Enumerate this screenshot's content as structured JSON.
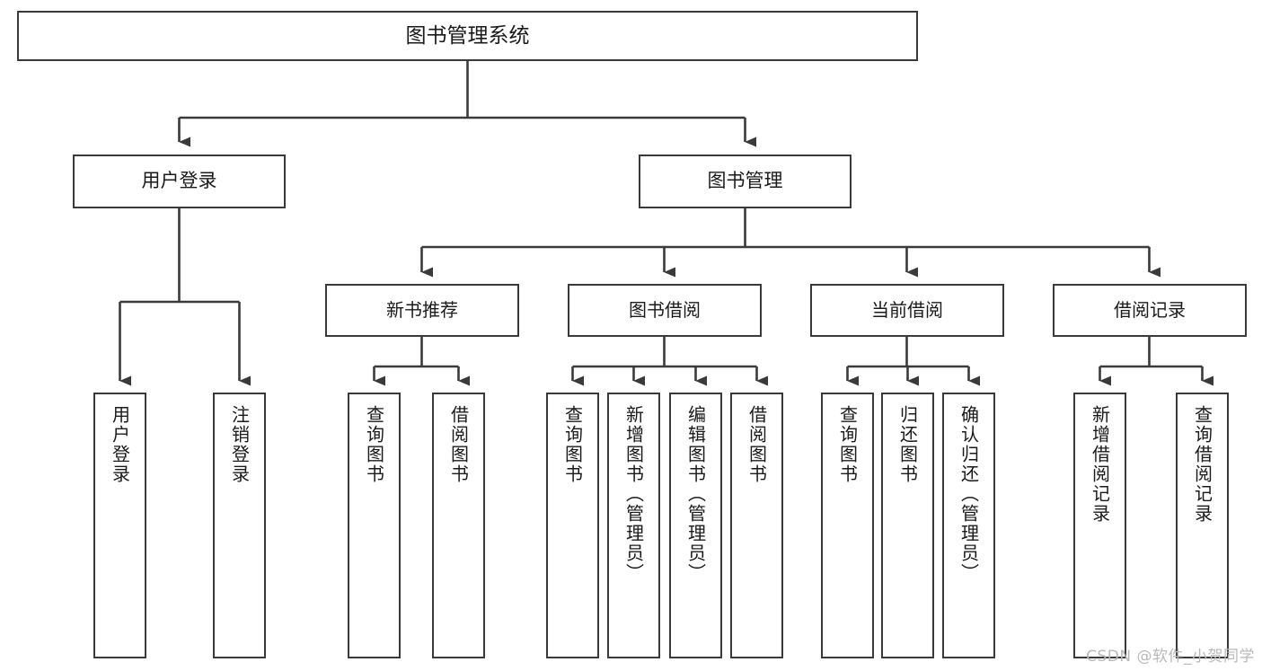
{
  "diagram": {
    "title": "图书管理系统",
    "type": "tree-hierarchy-diagram",
    "colors": {
      "box_border": "#3a3a3a",
      "box_fill": "#ffffff",
      "connector": "#3a3a3a",
      "text": "#1a1a1a",
      "watermark": "#b9b9b9"
    },
    "root": {
      "label": "图书管理系统"
    },
    "level2": [
      {
        "id": "user-login",
        "label": "用户登录"
      },
      {
        "id": "book-management",
        "label": "图书管理"
      }
    ],
    "level3": [
      {
        "id": "new-book-recommend",
        "label": "新书推荐"
      },
      {
        "id": "book-borrow",
        "label": "图书借阅"
      },
      {
        "id": "current-borrow",
        "label": "当前借阅"
      },
      {
        "id": "borrow-record",
        "label": "借阅记录"
      }
    ],
    "leaves": {
      "user_login": [
        {
          "id": "user-login-leaf",
          "label": "用户登录"
        },
        {
          "id": "logout-leaf",
          "label": "注销登录"
        }
      ],
      "new_book_recommend": [
        {
          "id": "query-book-1",
          "label": "查询图书"
        },
        {
          "id": "borrow-book-1",
          "label": "借阅图书"
        }
      ],
      "book_borrow": [
        {
          "id": "query-book-2",
          "label": "查询图书"
        },
        {
          "id": "add-book",
          "label": "新增图书（管理员）"
        },
        {
          "id": "edit-book",
          "label": "编辑图书（管理员）"
        },
        {
          "id": "borrow-book-2",
          "label": "借阅图书"
        }
      ],
      "current_borrow": [
        {
          "id": "query-book-3",
          "label": "查询图书"
        },
        {
          "id": "return-book",
          "label": "归还图书"
        },
        {
          "id": "confirm-return",
          "label": "确认归还（管理员）"
        }
      ],
      "borrow_record": [
        {
          "id": "add-borrow-record",
          "label": "新增借阅记录"
        },
        {
          "id": "query-borrow-record",
          "label": "查询借阅记录"
        }
      ]
    }
  },
  "watermark": {
    "text": "CSDN @软件_小贺同学"
  }
}
